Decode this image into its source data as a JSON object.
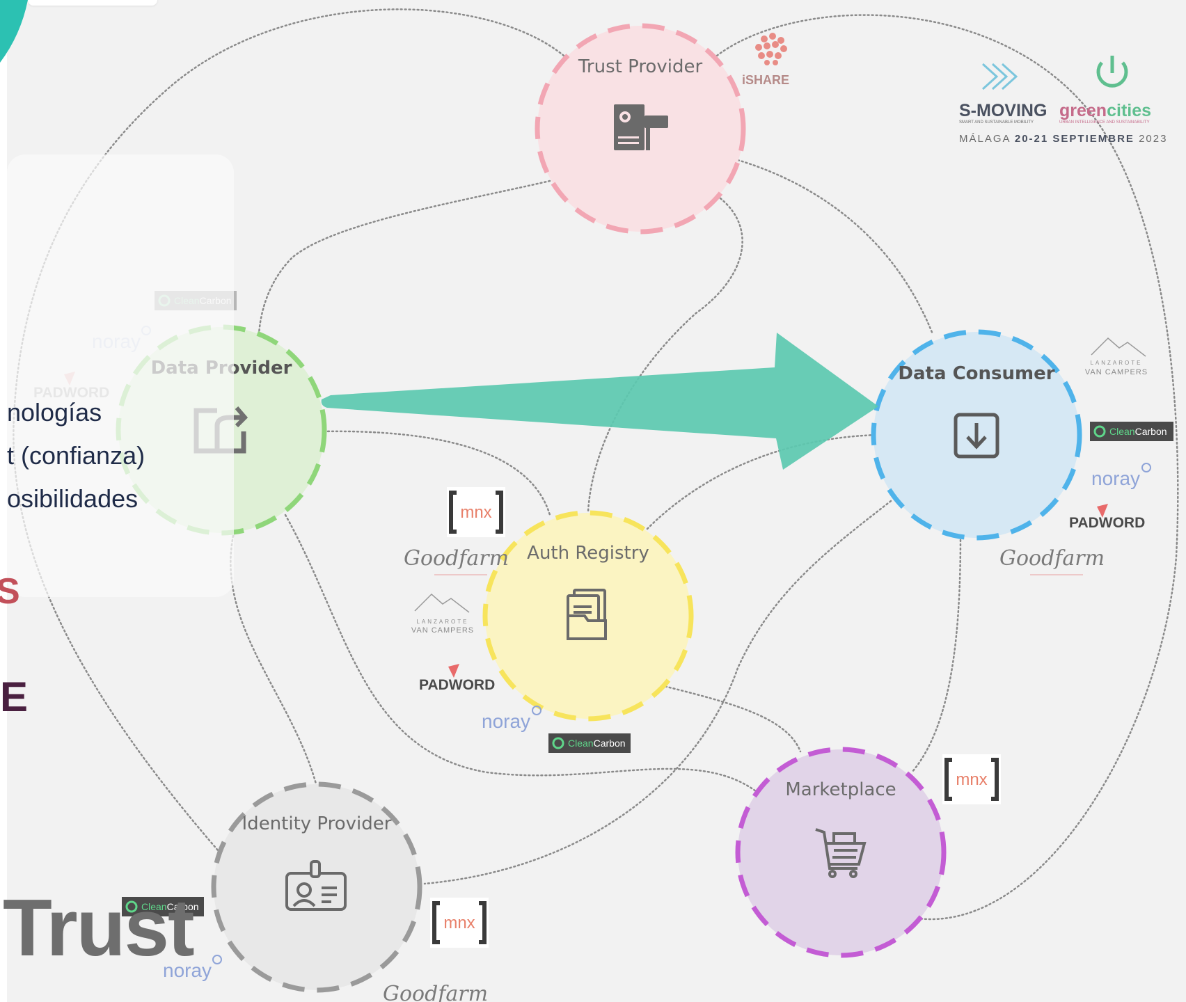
{
  "nodes": {
    "trust_provider": {
      "label": "Trust Provider",
      "color": "#f2a6b3"
    },
    "data_provider": {
      "label": "Data Provider",
      "color": "#8fd67a"
    },
    "data_consumer": {
      "label": "Data Consumer",
      "color": "#4fb3ea"
    },
    "auth_registry": {
      "label": "Auth Registry",
      "color": "#f7e45c"
    },
    "identity_provider": {
      "label": "Identity Provider",
      "color": "#9a9a9a"
    },
    "marketplace": {
      "label": "Marketplace",
      "color": "#c35cd4"
    }
  },
  "arrow": {
    "color": "#5cc9b0",
    "from": "Data Provider",
    "to": "Data Consumer"
  },
  "logos": {
    "ishare": "iSHARE",
    "cleancarbon_clean": "Clean",
    "cleancarbon_carbon": "Carbon",
    "noray": "noray",
    "padword": "PADWORD",
    "mnx": "mnx",
    "vancampers_line1": "LANZAROTE",
    "vancampers_line2": "VAN CAMPERS",
    "goodfarm": "Goodfarm"
  },
  "event": {
    "smoving": "S-MOVING",
    "smoving_tagline": "SMART AND SUSTAINABLE MOBILITY",
    "greencities_green": "green",
    "greencities_cities": "cities",
    "greencities_tagline": "URBAN INTELLIGENCE AND SUSTAINABILITY",
    "date_prefix": "MÁLAGA ",
    "date_bold": "20-21 SEPTIEMBRE",
    "date_suffix": " 2023"
  },
  "slide_text": {
    "bullet_1": "nologías",
    "bullet_2": "t (confianza)",
    "bullet_3": "osibilidades",
    "red_fragment": "S",
    "letter_e": "E",
    "big_word": "Trust"
  },
  "colors": {
    "background": "#f2f2f2",
    "teal": "#5cc9b0",
    "dotted_line": "#8a8a8a"
  }
}
